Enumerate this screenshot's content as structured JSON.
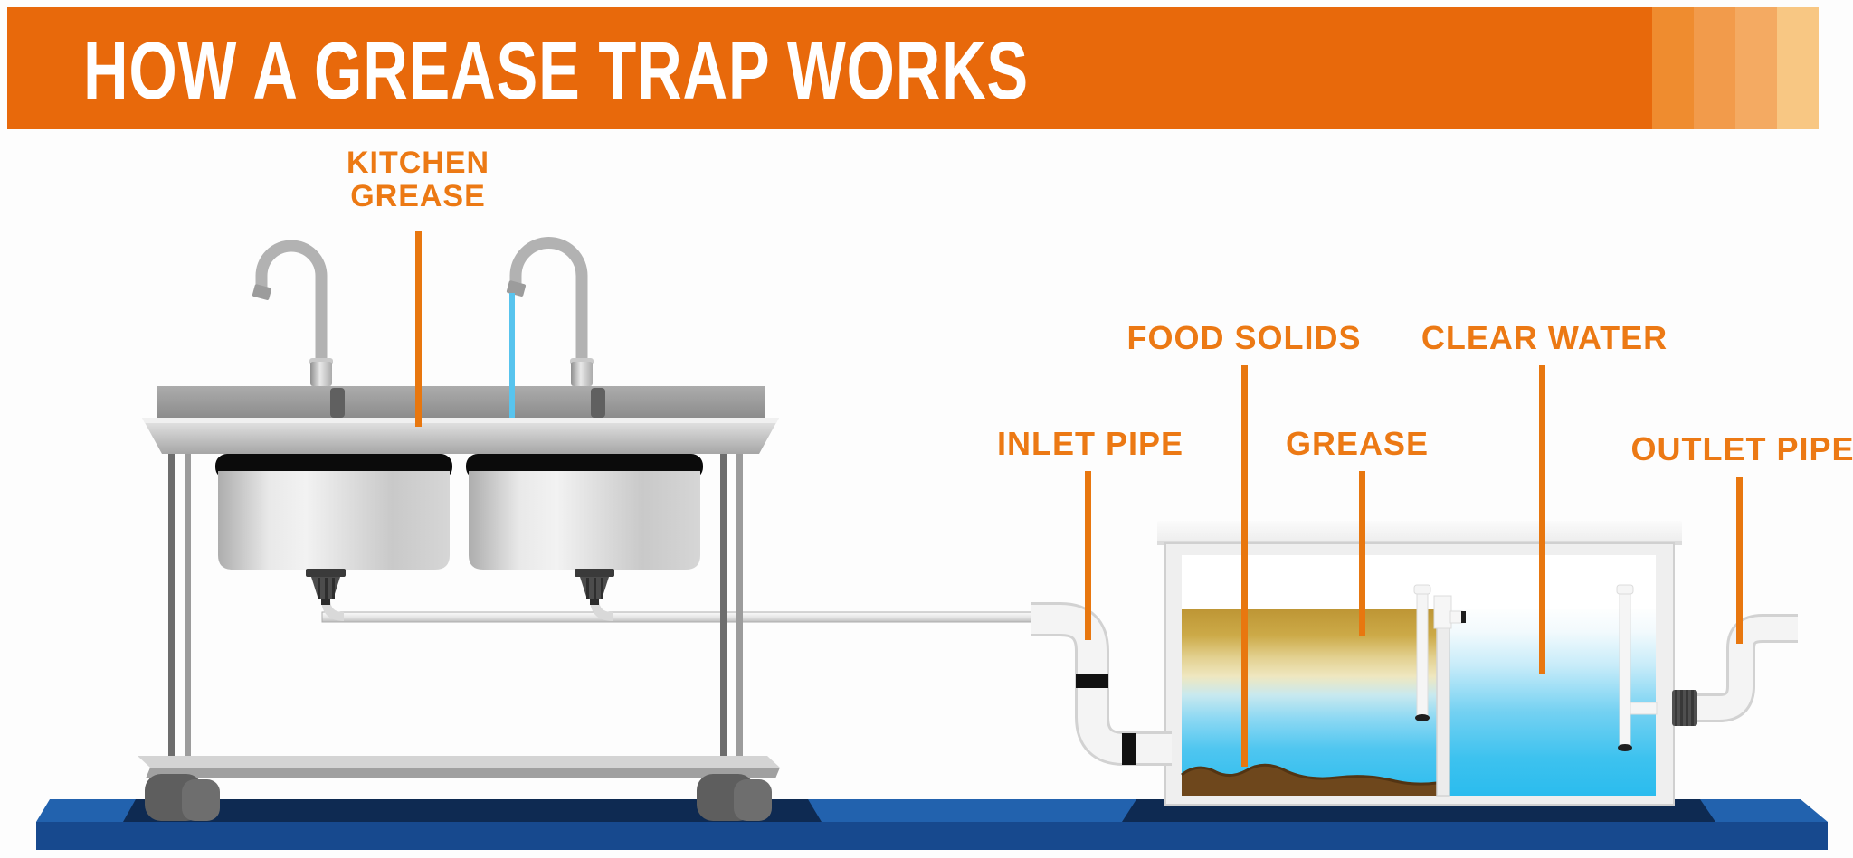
{
  "header": {
    "title": "HOW A GREASE TRAP WORKS",
    "bg_color": "#E8690B",
    "stripe_colors": [
      "#EF8C2F",
      "#F29B4B",
      "#F4AA62",
      "#F8C783"
    ]
  },
  "labels": {
    "kitchen_grease_line1": "KITCHEN",
    "kitchen_grease_line2": "GREASE",
    "food_solids": "FOOD SOLIDS",
    "clear_water": "CLEAR WATER",
    "inlet_pipe": "INLET PIPE",
    "grease": "GREASE",
    "outlet_pipe": "OUTLET PIPE"
  },
  "colors": {
    "label_orange": "#EC7914",
    "leader_orange": "#E8770F",
    "floor_top_blue": "#2262AE",
    "floor_side_blue": "#17498E",
    "floor_shadow_navy": "#0E2A52",
    "water_blue": "#2BBCEE",
    "grease_gold": "#C9A23A",
    "sediment_brown": "#6E471C",
    "pipe_white": "#F4F4F4",
    "steel_gray": "#ABABAB"
  }
}
